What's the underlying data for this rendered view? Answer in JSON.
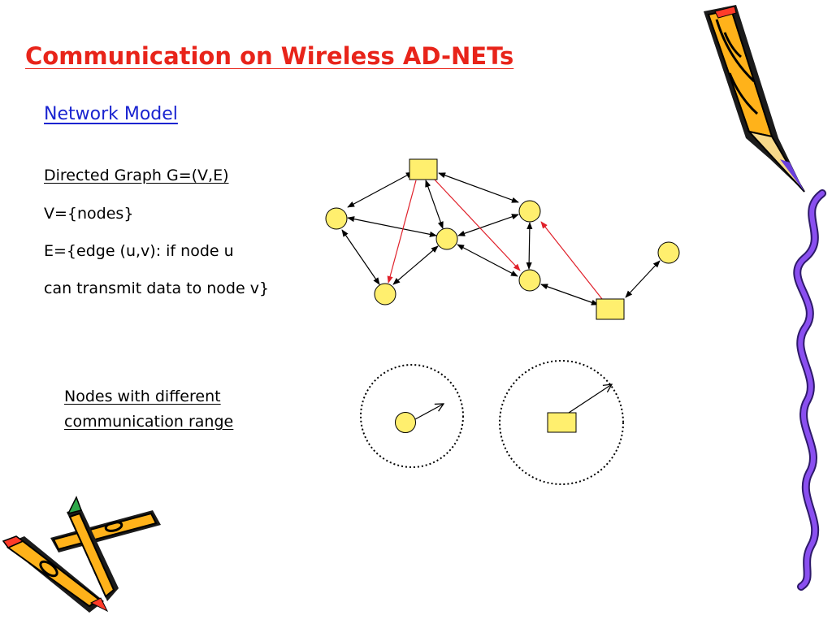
{
  "slide": {
    "title": "Communication on Wireless AD-NETs",
    "subtitle": "Network Model",
    "lines": [
      "Directed Graph G=(V,E)",
      "V={nodes}",
      "E={edge (u,v): if node u",
      "can transmit data to node v}"
    ],
    "range_note": [
      "Nodes with different",
      "communication range"
    ]
  },
  "colors": {
    "title": "#e8241a",
    "subtitle": "#1a24d0",
    "node_fill": "#ffef6e",
    "edge_black": "#000000",
    "edge_red": "#e0202a"
  },
  "icons": {
    "top_right": "pencil-icon",
    "bottom_left": "crayons-icon",
    "right_edge": "wavy-ribbon-icon"
  }
}
